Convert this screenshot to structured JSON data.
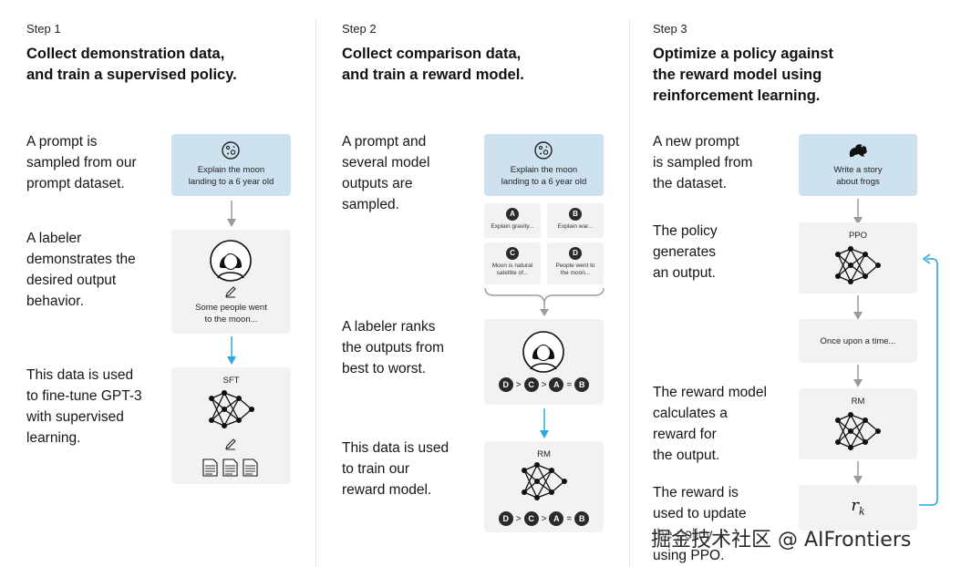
{
  "steps": [
    {
      "label": "Step 1",
      "title": "Collect demonstration data,\nand train a supervised policy.",
      "descriptions": [
        "A prompt is\nsampled from our\nprompt dataset.",
        "A labeler\ndemonstrates the\ndesired output\nbehavior.",
        "This data is used\nto fine-tune GPT-3\nwith supervised\nlearning."
      ],
      "prompt_box": "Explain the moon\nlanding to a 6 year old",
      "demo_box": "Some people went\nto the moon...",
      "model_label": "SFT"
    },
    {
      "label": "Step 2",
      "title": "Collect comparison data,\nand train a reward model.",
      "descriptions": [
        "A prompt and\nseveral model\noutputs are\nsampled.",
        "A labeler ranks\nthe outputs from\nbest to worst.",
        "This data is used\nto train our\nreward model."
      ],
      "prompt_box": "Explain the moon\nlanding to a 6 year old",
      "outputs": [
        {
          "letter": "A",
          "text": "Explain gravity..."
        },
        {
          "letter": "B",
          "text": "Explain war..."
        },
        {
          "letter": "C",
          "text": "Moon is natural\nsatellite of..."
        },
        {
          "letter": "D",
          "text": "People went to\nthe moon..."
        }
      ],
      "ranking": [
        "D",
        ">",
        "C",
        ">",
        "A",
        "=",
        "B"
      ],
      "model_label": "RM"
    },
    {
      "label": "Step 3",
      "title": "Optimize a policy against\nthe reward model using\nreinforcement learning.",
      "descriptions": [
        "A new prompt\nis sampled from\nthe dataset.",
        "The policy\ngenerates\nan output.",
        "The reward model\ncalculates a\nreward for\nthe output.",
        "The reward is\nused to update\nthe policy\nusing PPO."
      ],
      "prompt_box": "Write a story\nabout frogs",
      "policy_label": "PPO",
      "output_box": "Once upon a time...",
      "model_label": "RM",
      "reward_symbol": "r",
      "reward_subscript": "k"
    }
  ],
  "watermark": "掘金技术社区 @ AIFrontiers",
  "icons": {
    "moon": "moon-icon",
    "frog": "frog-icon",
    "labeler": "labeler-avatar-icon",
    "pencil": "pencil-icon",
    "documents": "document-icon",
    "network": "neural-network-icon"
  },
  "colors": {
    "prompt_box": "#cde2ee",
    "node_box": "#f2f2f0",
    "highlight_arrow": "#2aa6e0",
    "gray_arrow": "#9a9a9a"
  }
}
